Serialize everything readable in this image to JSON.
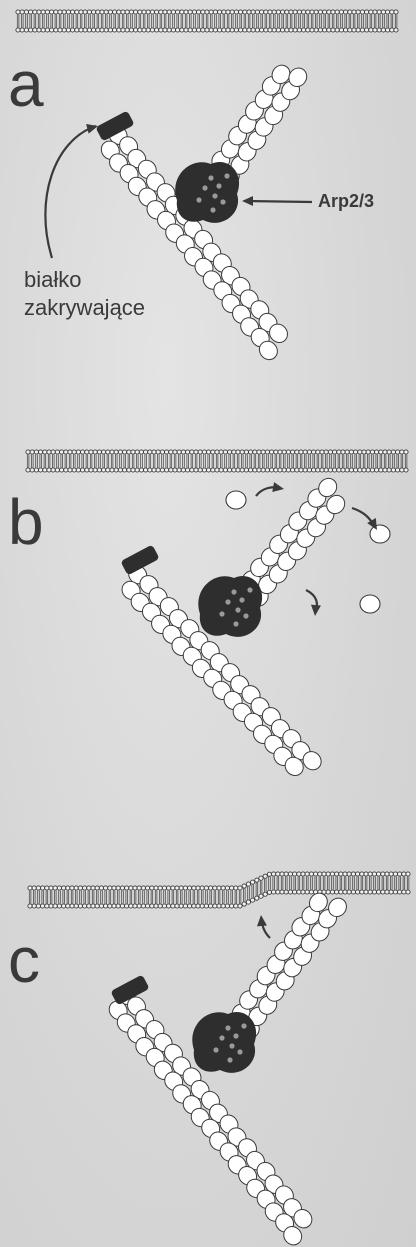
{
  "panels": [
    {
      "letter": "a"
    },
    {
      "letter": "b"
    },
    {
      "letter": "c"
    }
  ],
  "labels": {
    "arp": "Arp2/3",
    "capping_line1": "białko",
    "capping_line2": "zakrywające"
  },
  "colors": {
    "background": "#d6d6d6",
    "ink": "#3a3a3a",
    "complex_dark": "#2e2e2e",
    "subunit_fill": "#ffffff"
  }
}
